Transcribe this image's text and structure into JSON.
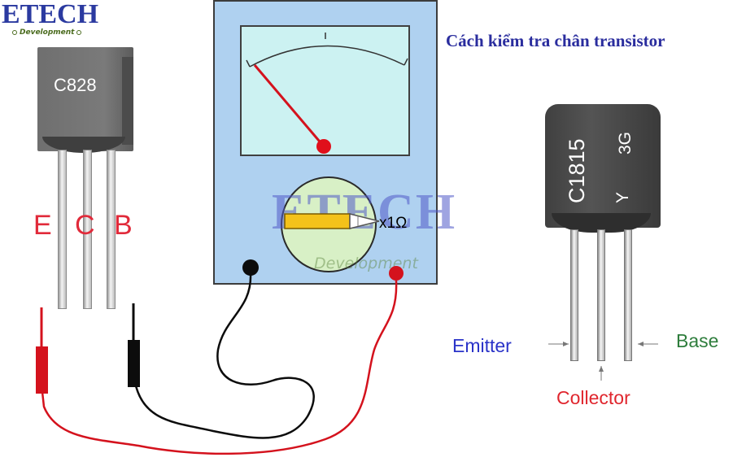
{
  "logo": {
    "word": "ETECH",
    "subtitle": "Development"
  },
  "title": "Cách kiểm tra chân transistor",
  "transistor_left": {
    "part_number": "C828",
    "pins": [
      "E",
      "C",
      "B"
    ]
  },
  "multimeter": {
    "range_label": "x1Ω"
  },
  "watermark": {
    "word": "ETECH",
    "subtitle": "Development"
  },
  "transistor_right": {
    "part_number": "C1815",
    "grade": "Y",
    "marking": "3G",
    "pins": {
      "emitter": "Emitter",
      "collector": "Collector",
      "base": "Base"
    }
  },
  "colors": {
    "title": "#2a2d9e",
    "pin_letters": "#e12a3a",
    "emitter": "#2a33c8",
    "collector": "#e0262e",
    "base": "#2e7d3c",
    "red_probe": "#d4121d",
    "black_probe": "#111111",
    "meter_body": "#afd1f0"
  }
}
